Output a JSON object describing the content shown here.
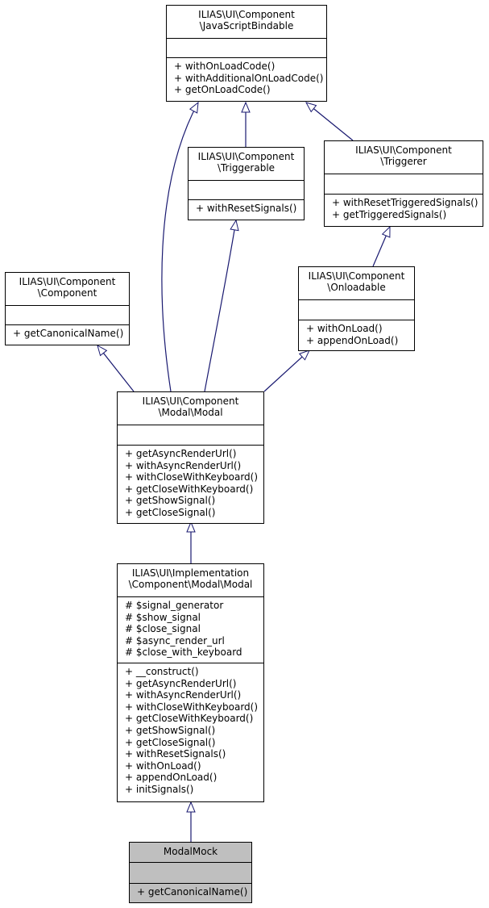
{
  "classes": [
    {
      "id": "jsbindable",
      "title": [
        "ILIAS\\UI\\Component",
        "\\JavaScriptBindable"
      ],
      "attributes": [],
      "operations": [
        "+ withOnLoadCode()",
        "+ withAdditionalOnLoadCode()",
        "+ getOnLoadCode()"
      ]
    },
    {
      "id": "triggerable",
      "title": [
        "ILIAS\\UI\\Component",
        "\\Triggerable"
      ],
      "attributes": [],
      "operations": [
        "+ withResetSignals()"
      ]
    },
    {
      "id": "triggerer",
      "title": [
        "ILIAS\\UI\\Component",
        "\\Triggerer"
      ],
      "attributes": [],
      "operations": [
        "+ withResetTriggeredSignals()",
        "+ getTriggeredSignals()"
      ]
    },
    {
      "id": "component",
      "title": [
        "ILIAS\\UI\\Component",
        "\\Component"
      ],
      "attributes": [],
      "operations": [
        "+ getCanonicalName()"
      ]
    },
    {
      "id": "onloadable",
      "title": [
        "ILIAS\\UI\\Component",
        "\\Onloadable"
      ],
      "attributes": [],
      "operations": [
        "+ withOnLoad()",
        "+ appendOnLoad()"
      ]
    },
    {
      "id": "modal",
      "title": [
        "ILIAS\\UI\\Component",
        "\\Modal\\Modal"
      ],
      "attributes": [],
      "operations": [
        "+ getAsyncRenderUrl()",
        "+ withAsyncRenderUrl()",
        "+ withCloseWithKeyboard()",
        "+ getCloseWithKeyboard()",
        "+ getShowSignal()",
        "+ getCloseSignal()"
      ]
    },
    {
      "id": "impl",
      "title": [
        "ILIAS\\UI\\Implementation",
        "\\Component\\Modal\\Modal"
      ],
      "attributes": [
        "# $signal_generator",
        "# $show_signal",
        "# $close_signal",
        "# $async_render_url",
        "# $close_with_keyboard"
      ],
      "operations": [
        "+ __construct()",
        "+ getAsyncRenderUrl()",
        "+ withAsyncRenderUrl()",
        "+ withCloseWithKeyboard()",
        "+ getCloseWithKeyboard()",
        "+ getShowSignal()",
        "+ getCloseSignal()",
        "+ withResetSignals()",
        "+ withOnLoad()",
        "+ appendOnLoad()",
        "+ initSignals()"
      ]
    },
    {
      "id": "mock",
      "title": [
        "ModalMock"
      ],
      "attributes": [],
      "operations": [
        "+ getCanonicalName()"
      ]
    }
  ],
  "colors": {
    "edge": "#191970",
    "border": "#000000",
    "highlight_fill": "#bfbfbf"
  }
}
